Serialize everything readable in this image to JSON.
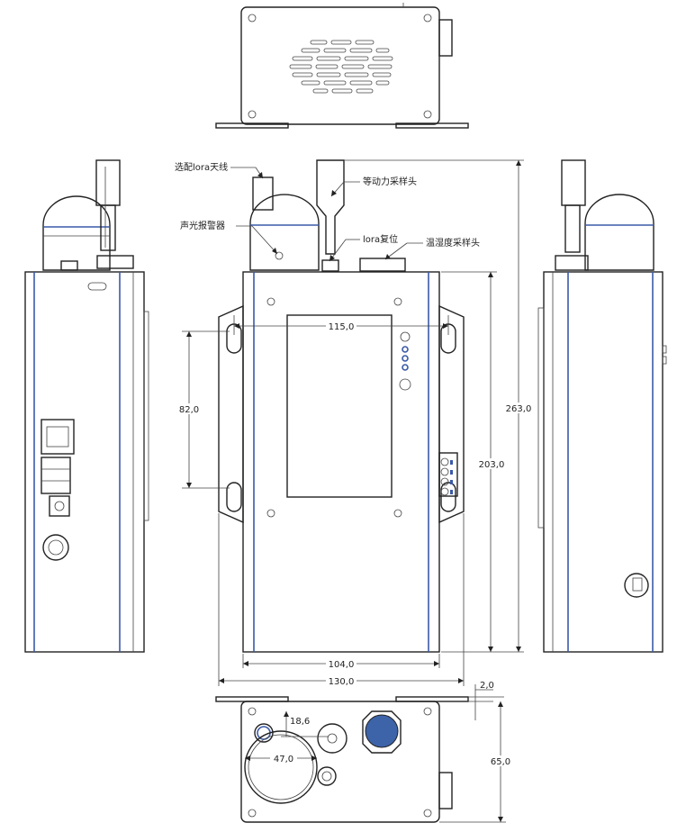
{
  "callouts": {
    "lora_antenna": "选配lora天线",
    "buzzer": "声光报警器",
    "power_sensor": "等动力采样头",
    "lora_reset": "lora复位",
    "temp_humidity": "温湿度采样头"
  },
  "dimensions": {
    "mount_hole_spacing_x": "115,0",
    "mount_hole_spacing_y": "82,0",
    "body_height": "203,0",
    "total_height": "263,0",
    "body_width": "104,0",
    "total_width": "130,0",
    "flange_thickness": "2,0",
    "connector_offset": "18,6",
    "gland_diameter": "47,0",
    "depth": "65,0"
  },
  "colors": {
    "line": "#222222",
    "accent_blue": "#3a5aa8",
    "sensor_fill": "#3d63a8"
  }
}
